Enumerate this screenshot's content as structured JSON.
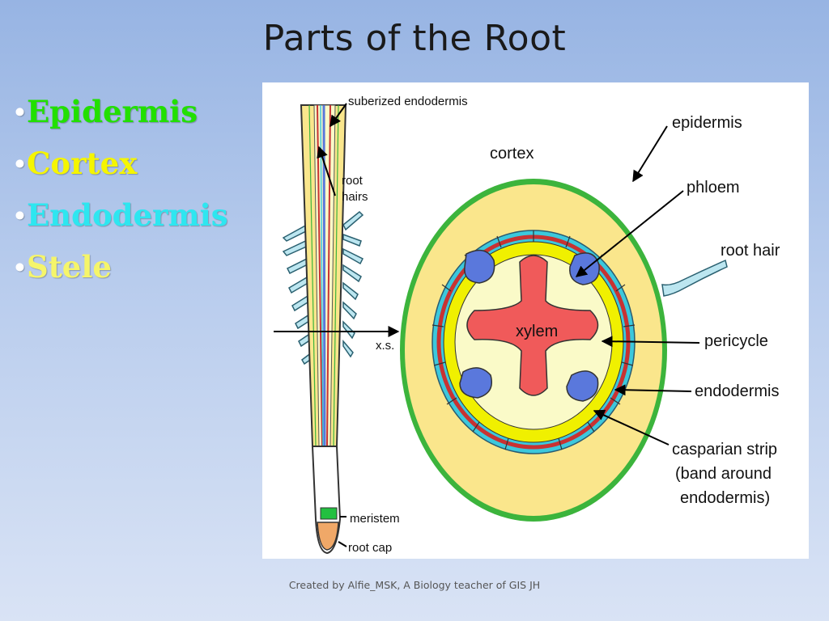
{
  "slide": {
    "title": "Parts of the Root",
    "footer": "Created by Alfie_MSK, A Biology teacher of GIS JH"
  },
  "bullets": [
    {
      "text": "Epidermis",
      "color": "#22e000"
    },
    {
      "text": "Cortex",
      "color": "#f5f500"
    },
    {
      "text": "Endodermis",
      "color": "#2ee6f0"
    },
    {
      "text": "Stele",
      "color": "#f5f56a"
    }
  ],
  "diagram": {
    "labels": {
      "suberized_endodermis": "suberized endodermis",
      "root_hairs_1": "root",
      "root_hairs_2": "hairs",
      "xs": "x.s.",
      "meristem": "meristem",
      "root_cap": "root cap",
      "cortex": "cortex",
      "xylem": "xylem",
      "epidermis": "epidermis",
      "phloem": "phloem",
      "root_hair": "root hair",
      "pericycle": "pericycle",
      "endodermis": "endodermis",
      "casparian_1": "casparian strip",
      "casparian_2": "(band around",
      "casparian_3": "endodermis)"
    },
    "colors": {
      "epidermis": "#3cb43c",
      "cortex": "#fae68c",
      "endodermis": "#3cc8dc",
      "pericycle": "#f0f000",
      "casparian": "#c83232",
      "stele": "#fafac8",
      "xylem": "#f05a5a",
      "phloem": "#5a78dc",
      "root_hair": "#bce6f0"
    }
  }
}
